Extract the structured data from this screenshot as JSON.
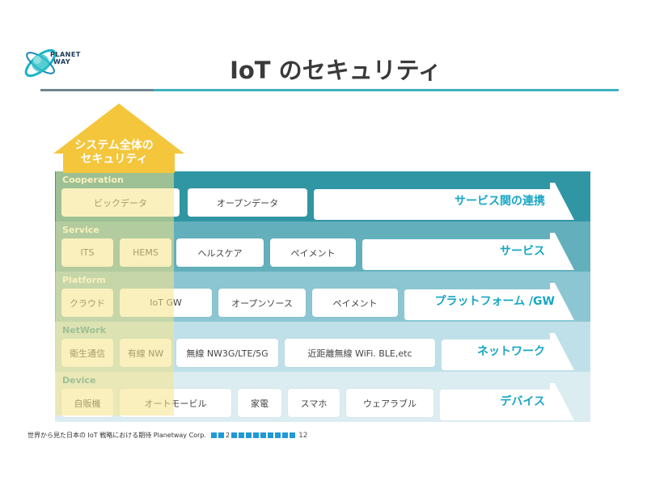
{
  "header": {
    "title": "IoT のセキュリティ",
    "logo_text_line1": "PLANET",
    "logo_text_line2": "WAY"
  },
  "system_arrow": {
    "line1": "システム全体の",
    "line2": "セキュリティ"
  },
  "layers": [
    {
      "name": "Cooperation",
      "color": "#3196a4",
      "items": [
        "ビックデータ",
        "オープンデータ"
      ],
      "arrow_label": "サービス関の連携"
    },
    {
      "name": "Service",
      "color": "#63b0bc",
      "items": [
        "ITS",
        "HEMS",
        "ヘルスケア",
        "ペイメント"
      ],
      "arrow_label": "サービス"
    },
    {
      "name": "Platform",
      "color": "#8cc6d2",
      "items": [
        "クラウド",
        "IoT GW",
        "オープンソース",
        "ペイメント"
      ],
      "arrow_label": "プラットフォーム /GW"
    },
    {
      "name": "NetWork",
      "color": "#bfe0e9",
      "items": [
        "衛生通信",
        "有線 NW",
        "無線 NW3G/LTE/5G",
        "近距離無線 WiFi. BLE,etc"
      ],
      "arrow_label": "ネットワーク"
    },
    {
      "name": "Device",
      "color": "#dcedf2",
      "items": [
        "自販機",
        "オートモービル",
        "家電",
        "スマホ",
        "ウェアラブル"
      ],
      "arrow_label": "デバイス"
    }
  ],
  "footer": {
    "text": "世界から見た日本の IoT 戦略における期待  Planetway Corp.",
    "page_marker": "2",
    "page_number": "12"
  }
}
